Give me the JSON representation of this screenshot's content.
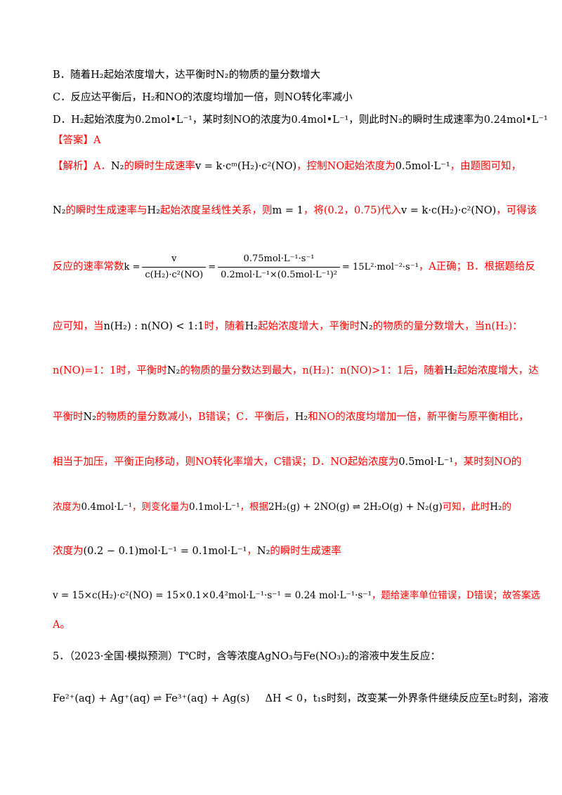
{
  "options": {
    "B": "B．随着H₂起始浓度增大，达平衡时N₂的物质的量分数增大",
    "C": "C．反应达平衡后，H₂和NO的浓度均增加一倍，则NO转化率减小",
    "D": "D．H₂起始浓度为0.2mol•L⁻¹，某时刻NO的浓度为0.4mol•L⁻¹，则此时N₂的瞬时生成速率为0.24mol•L⁻¹"
  },
  "answer": "【答案】A",
  "analysis": {
    "l1_a": "【解析】A．",
    "l1_b": "的瞬时生成速率",
    "l1_c": "，控制NO起始浓度为",
    "l1_d": "，由题图可知，",
    "l2_a": "的瞬时生成速率与",
    "l2_b": "起始浓度呈线性关系，则",
    "l2_c": "，将(0.2，0.75)代入",
    "l2_d": "，可得该",
    "l3_a": "反应的速率常数",
    "l3_b": "，A正确；B．根据题给反",
    "l4_a": "应可知，当",
    "l4_b": "时，随着",
    "l4_c": "起始浓度增大，平衡时",
    "l4_d": "的物质的量分数增大，当n(H₂)：",
    "l5_a": "n(NO)=1：1时，平衡时",
    "l5_b": "的物质的量分数达到最大，n(H₂)：n(NO)>1：1后，随着",
    "l5_c": "起始浓度增大，达",
    "l6_a": "平衡时",
    "l6_b": "的物质的量分数减小，B错误；C．平衡后，",
    "l6_c": "和NO的浓度均增加一倍，新平衡与原平衡相比，",
    "l7_a": "相当于加压，平衡正向移动，则NO转化率增大，C错误；D．NO起始浓度为",
    "l7_b": "，某时刻NO的",
    "l8_a": "浓度为",
    "l8_b": "，则变化量为",
    "l8_c": "，根据",
    "l8_d": "可知，此时",
    "l8_e": "的",
    "l9_a": "浓度为",
    "l9_b": "，",
    "l9_c": "的瞬时生成速率",
    "l10_b": "，题给速率单位错误，D错误；故答案选",
    "l11": "A。"
  },
  "math": {
    "N2": "N₂",
    "H2": "H₂",
    "rate_law": "v = k·cᵐ(H₂)·c²(NO)",
    "no_conc": "0.5mol·L⁻¹",
    "m_eq": "m = 1",
    "rate_law2": "v = k·c(H₂)·c²(NO)",
    "k_lhs": "k =",
    "k_num1": "v",
    "k_den1": "c(H₂)·c²(NO)",
    "k_eq": "=",
    "k_num2": "0.75mol·L⁻¹·s⁻¹",
    "k_den2": "0.2mol·L⁻¹×(0.5mol·L⁻¹)²",
    "k_result": "= 15L²·mol⁻²·s⁻¹",
    "ratio": "n(H₂) : n(NO) < 1:1",
    "no_04": "0.4mol·L⁻¹",
    "delta": "0.1mol·L⁻¹",
    "reaction": "2H₂(g) + 2NO(g) ⇌ 2H₂O(g) + N₂(g)",
    "h2_conc": "(0.2 − 0.1)mol·L⁻¹ = 0.1mol·L⁻¹",
    "v_calc": "v = 15×c(H₂)·c²(NO) = 15×0.1×0.4²mol·L⁻¹·s⁻¹ = 0.24 mol·L⁻¹·s⁻¹"
  },
  "q5": {
    "l1_a": "5．（2023·全国·模拟预测）T℃时，含等浓度",
    "agno3": "AgNO₃",
    "l1_b": "与",
    "fe_no3": "Fe(NO₃)₂",
    "l1_c": "的溶液中发生反应：",
    "eq": "Fe²⁺(aq) + Ag⁺(aq) ⇌ Fe³⁺(aq) + Ag(s)",
    "dh": "ΔH < 0",
    "l2_a": "，",
    "t1": "t₁s",
    "l2_b": "时刻，改变某一外界条件继续反应至",
    "t2": "t₂",
    "l2_c": "时刻，溶液"
  },
  "colors": {
    "text": "#000000",
    "analysis": "#ff0000"
  }
}
